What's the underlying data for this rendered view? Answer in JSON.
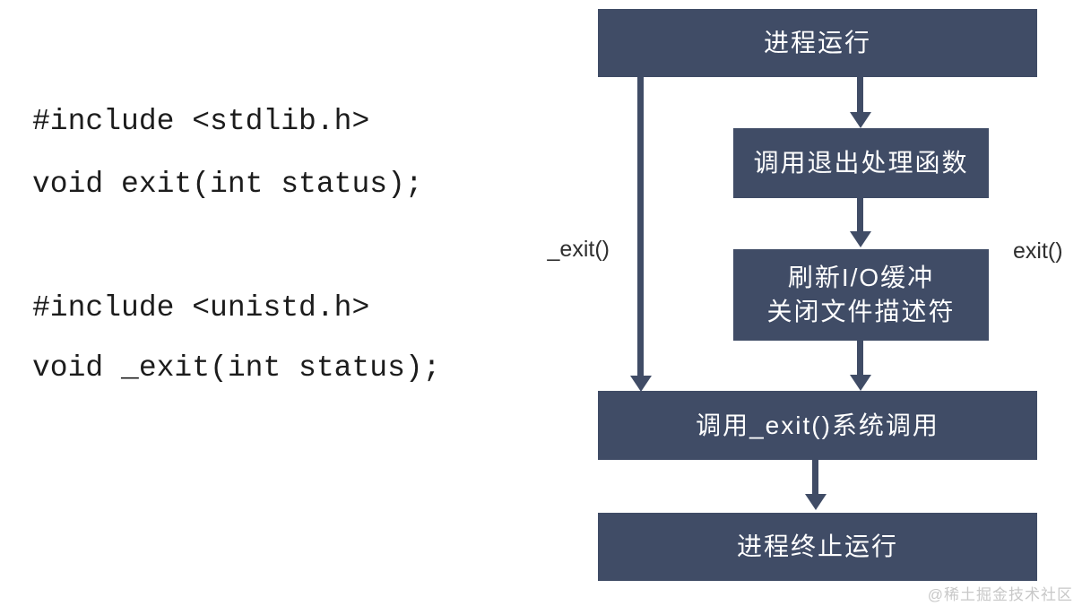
{
  "code_panel": {
    "block1": {
      "line1": "#include <stdlib.h>",
      "line2": "void exit(int status);"
    },
    "block2": {
      "line1": "#include <unistd.h>",
      "line2": "void _exit(int status);"
    }
  },
  "flowchart": {
    "nodes": {
      "process_running": "进程运行",
      "call_exit_handlers": "调用退出处理函数",
      "flush_io_line1": "刷新I/O缓冲",
      "flush_io_line2": "关闭文件描述符",
      "call_exit_syscall": "调用_exit()系统调用",
      "process_terminated": "进程终止运行"
    },
    "edge_labels": {
      "left": "_exit()",
      "right": "exit()"
    },
    "edges": [
      {
        "from": "process_running",
        "to": "call_exit_syscall",
        "label": "_exit()"
      },
      {
        "from": "process_running",
        "to": "call_exit_handlers",
        "label": "exit()"
      },
      {
        "from": "call_exit_handlers",
        "to": "flush_io",
        "label": ""
      },
      {
        "from": "flush_io",
        "to": "call_exit_syscall",
        "label": ""
      },
      {
        "from": "call_exit_syscall",
        "to": "process_terminated",
        "label": ""
      }
    ],
    "colors": {
      "node_fill": "#404c66",
      "node_text": "#ffffff",
      "arrow": "#404c66"
    }
  },
  "watermark": "@稀土掘金技术社区"
}
